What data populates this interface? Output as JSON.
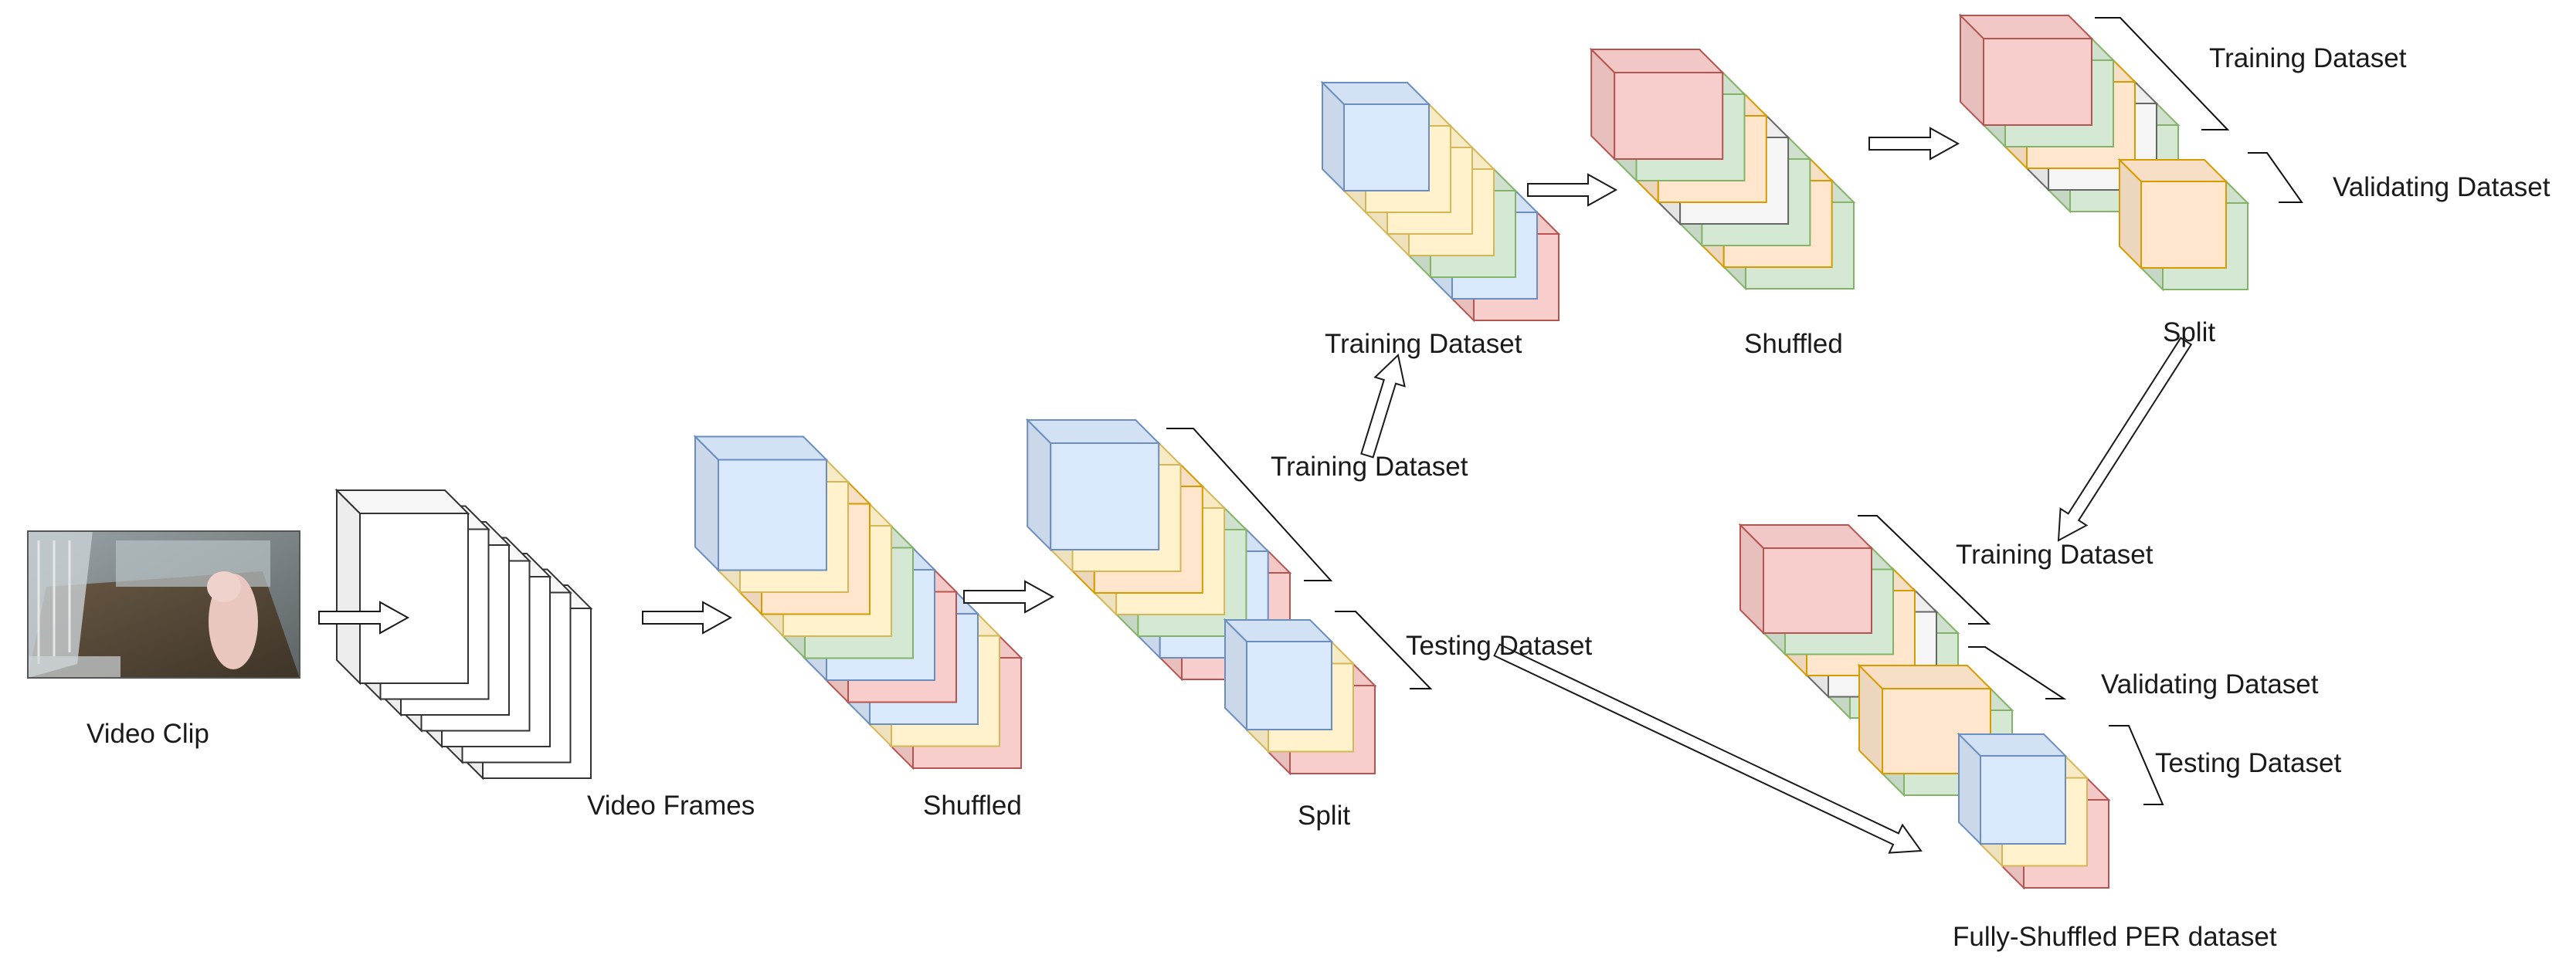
{
  "labels": {
    "video_clip": "Video Clip",
    "video_frames": "Video Frames",
    "shuffled_1": "Shuffled",
    "split_1": "Split",
    "training_dataset_1": "Training Dataset",
    "testing_dataset_1": "Testing Dataset",
    "training_dataset_2": "Training Dataset",
    "shuffled_2": "Shuffled",
    "training_dataset_3": "Training Dataset",
    "validating_dataset_1": "Validating Dataset",
    "split_2": "Split",
    "training_dataset_4": "Training Dataset",
    "validating_dataset_2": "Validating Dataset",
    "testing_dataset_2": "Testing Dataset",
    "final_dataset": "Fully-Shuffled PER dataset"
  },
  "palette": {
    "blue": {
      "fill": "#dae8fc",
      "stroke": "#6c8ebf"
    },
    "yellow": {
      "fill": "#fff2cc",
      "stroke": "#d6b656"
    },
    "orange": {
      "fill": "#ffe6cc",
      "stroke": "#d79b00"
    },
    "green": {
      "fill": "#d5e8d4",
      "stroke": "#82b366"
    },
    "red": {
      "fill": "#f8cecc",
      "stroke": "#b85450"
    },
    "grey": {
      "fill": "#f5f5f5",
      "stroke": "#666666"
    },
    "white": {
      "fill": "#ffffff",
      "stroke": "#333333"
    }
  },
  "stacks": {
    "frames": [
      "white",
      "white",
      "white",
      "white",
      "white",
      "white",
      "white"
    ],
    "shuffled_1": [
      "blue",
      "yellow",
      "orange",
      "yellow",
      "green",
      "blue",
      "red",
      "blue",
      "yellow",
      "red"
    ],
    "split_1_train": [
      "blue",
      "yellow",
      "orange",
      "yellow",
      "green",
      "blue",
      "red"
    ],
    "split_1_test": [
      "blue",
      "yellow",
      "red"
    ],
    "train_subset": [
      "blue",
      "yellow",
      "yellow",
      "yellow",
      "green",
      "blue",
      "red"
    ],
    "shuffled_2": [
      "red",
      "green",
      "orange",
      "grey",
      "green",
      "orange",
      "green"
    ],
    "split_2_train": [
      "red",
      "green",
      "orange",
      "grey",
      "green"
    ],
    "split_2_val": [
      "orange",
      "green"
    ],
    "final_train": [
      "red",
      "green",
      "orange",
      "grey",
      "green"
    ],
    "final_val": [
      "orange",
      "green"
    ],
    "final_test": [
      "blue",
      "yellow",
      "red"
    ]
  },
  "icons": {
    "video_thumbnail": "video-clip-thumbnail",
    "flow_arrow": "hollow-arrow"
  }
}
